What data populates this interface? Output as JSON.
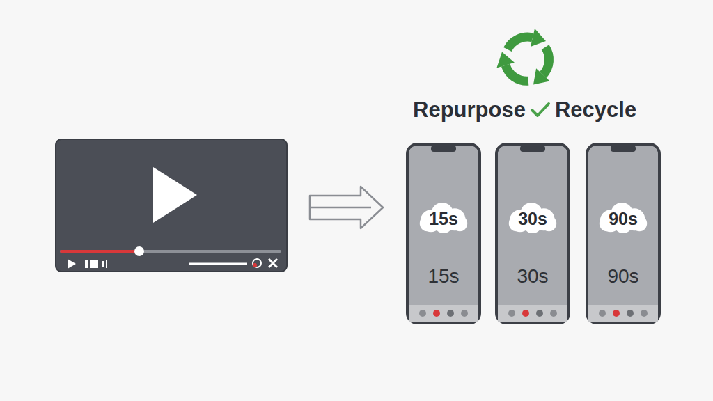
{
  "diagram": {
    "nodes": [
      {
        "text": [
          "15s"
        ]
      },
      {
        "text": [
          "15s"
        ],
        "in": 0
      },
      {
        "text": [
          "30s"
        ]
      },
      {
        "text": [
          "30s"
        ],
        "in": 2
      },
      {
        "text": [
          "90s"
        ]
      },
      {
        "text": [
          "90s"
        ],
        "in": 4
      }
    ],
    "labels": [
      "Repurpose",
      "Recycle"
    ]
  }
}
